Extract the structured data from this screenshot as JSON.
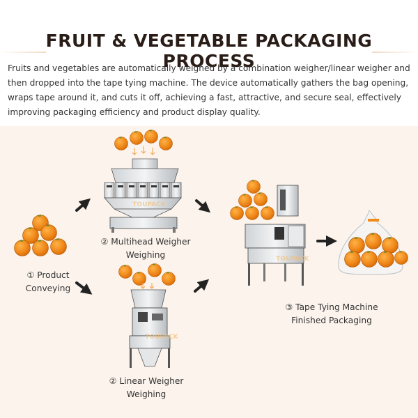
{
  "title": "FRUIT & VEGETABLE PACKAGING PROCESS",
  "intro": "Fruits and vegetables are automatically weighed by a combination weigher/linear weigher and then dropped into the tape tying machine. The device automatically gathers the bag opening, wraps tape around it, and cuts it off, achieving a fast, attractive, and secure seal, effectively improving packaging efficiency and product display quality.",
  "steps": {
    "product": {
      "line1": "① Product",
      "line2": "Conveying"
    },
    "multihead": {
      "line1": "② Multihead Weigher",
      "line2": "Weighing"
    },
    "linear": {
      "line1": "② Linear Weigher",
      "line2": "Weighing"
    },
    "tape": {
      "line1": "③ Tape Tying Machine",
      "line2": "Finished Packaging"
    }
  },
  "watermark": "TOUPACK",
  "colors": {
    "orange": "#f08a1c",
    "panel": "#fcf4ec",
    "title": "#2a1d17",
    "arrow": "#222222"
  }
}
